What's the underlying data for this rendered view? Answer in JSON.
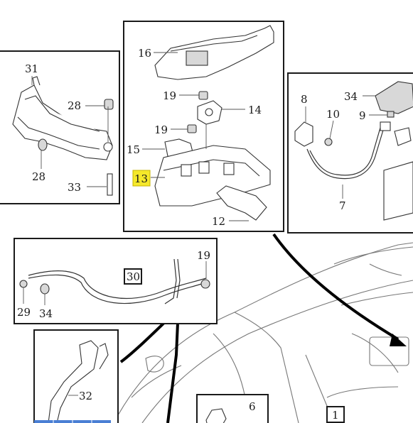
{
  "labels": {
    "p31": "31",
    "p28a": "28",
    "p28b": "28",
    "p33": "33",
    "p16": "16",
    "p19a": "19",
    "p14": "14",
    "p19b": "19",
    "p15": "15",
    "p13": "13",
    "p12": "12",
    "p8": "8",
    "p34a": "34",
    "p10": "10",
    "p9": "9",
    "p7": "7",
    "p30": "30",
    "p19c": "19",
    "p29": "29",
    "p34b": "34",
    "p32": "32",
    "p6": "6",
    "p1": "1"
  },
  "colors": {
    "highlight": "#f5e82a",
    "highlight_border": "#c8b400",
    "footer_strip": "#4a7fd4"
  }
}
